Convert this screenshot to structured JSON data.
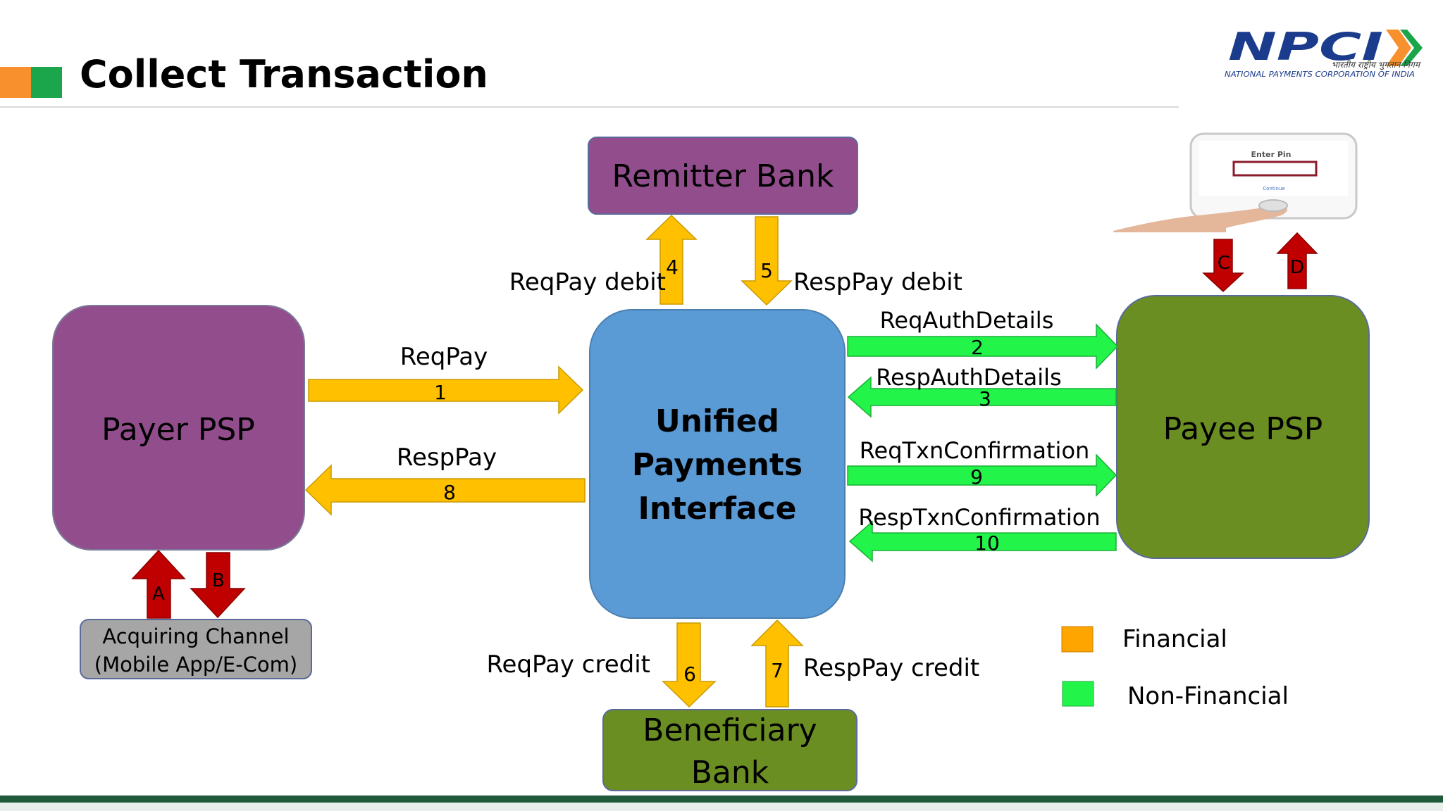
{
  "slide": {
    "title": "Collect Transaction",
    "accent_colors": [
      "#F7902D",
      "#1BA64B"
    ]
  },
  "logo": {
    "wordmark": "NPCI",
    "hindi": "भारतीय राष्ट्रीय भुगतान निगम",
    "english": "NATIONAL PAYMENTS CORPORATION OF INDIA",
    "colors": {
      "navy": "#1B3C8C",
      "saffron": "#F7902D",
      "green": "#1BA64B"
    }
  },
  "nodes": {
    "payer_psp": {
      "label": "Payer PSP",
      "fill": "#924E8C"
    },
    "upi": {
      "line1": "Unified",
      "line2": "Payments",
      "line3": "Interface",
      "fill": "#5B9BD5"
    },
    "remitter_bank": {
      "label": "Remitter Bank",
      "fill": "#924E8C"
    },
    "beneficiary_bank": {
      "line1": "Beneficiary",
      "line2": "Bank",
      "fill": "#6B8E23"
    },
    "payee_psp": {
      "label": "Payee PSP",
      "fill": "#6B8E23"
    },
    "acquiring_channel": {
      "line1": "Acquiring Channel",
      "line2": "(Mobile App/E-Com)",
      "fill": "#A6A6A6"
    }
  },
  "phone_mockup": {
    "pin_label": "Enter Pin",
    "button_label": "Continue"
  },
  "flows": {
    "reqpay": {
      "label": "ReqPay",
      "step": "1"
    },
    "req_auth": {
      "label": "ReqAuthDetails",
      "step": "2"
    },
    "resp_auth": {
      "label": "RespAuthDetails",
      "step": "3"
    },
    "reqpay_debit": {
      "label": "ReqPay debit",
      "step": "4"
    },
    "resppay_debit": {
      "label": "RespPay debit",
      "step": "5"
    },
    "reqpay_credit": {
      "label": "ReqPay credit",
      "step": "6"
    },
    "resppay_credit": {
      "label": "RespPay credit",
      "step": "7"
    },
    "resppay": {
      "label": "RespPay",
      "step": "8"
    },
    "req_txn": {
      "label": "ReqTxnConfirmation",
      "step": "9"
    },
    "resp_txn": {
      "label": "RespTxnConfirmation",
      "step": "10"
    },
    "channel_a": {
      "step": "A"
    },
    "channel_b": {
      "step": "B"
    },
    "phone_c": {
      "step": "C"
    },
    "phone_d": {
      "step": "D"
    }
  },
  "legend": {
    "financial": {
      "label": "Financial",
      "color": "#FFA500"
    },
    "non_financial": {
      "label": "Non-Financial",
      "color": "#22F44A"
    }
  },
  "colors": {
    "financial_arrow": "#FFC000",
    "non_financial_arrow": "#22F44A",
    "channel_arrow": "#C00000"
  }
}
